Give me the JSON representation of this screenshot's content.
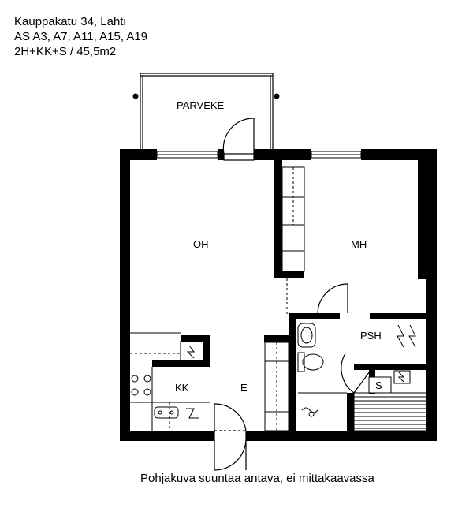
{
  "header": {
    "address": "Kauppakatu 34, Lahti",
    "apartments": "AS A3, A7, A11, A15, A19",
    "size": "2H+KK+S / 45,5m2"
  },
  "rooms": {
    "balcony": "PARVEKE",
    "living": "OH",
    "bedroom": "MH",
    "bathroom": "PSH",
    "kitchen": "KK",
    "entrance": "E",
    "sauna": "S"
  },
  "caption": "Pohjakuva suuntaa antava, ei mittakaavassa"
}
